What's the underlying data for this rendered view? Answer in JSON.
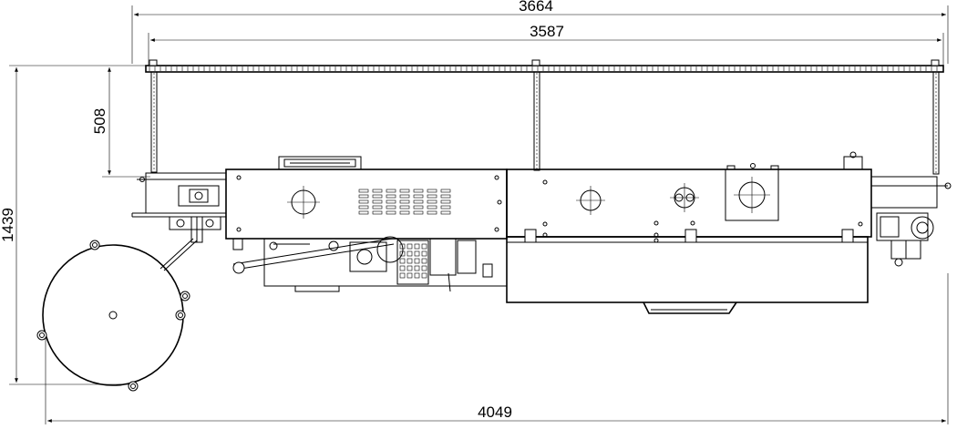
{
  "dimensions": {
    "overall_top": "3664",
    "rail_length": "3587",
    "total_height": "1439",
    "rail_offset": "508",
    "total_width": "4049"
  },
  "colors": {
    "line": "#000000",
    "background": "#ffffff"
  }
}
